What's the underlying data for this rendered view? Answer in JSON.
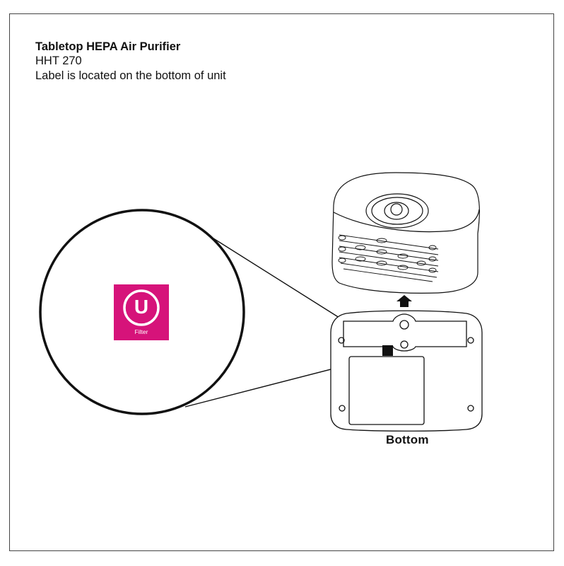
{
  "header": {
    "title": "Tabletop HEPA Air Purifier",
    "model": "HHT 270",
    "note": "Label is located on the bottom of unit"
  },
  "badge": {
    "letter": "U",
    "label": "Filter",
    "color": "#d6137a"
  },
  "views": {
    "bottom_label": "Bottom"
  },
  "colors": {
    "line": "#111111",
    "frame": "#444444",
    "background": "#ffffff"
  }
}
